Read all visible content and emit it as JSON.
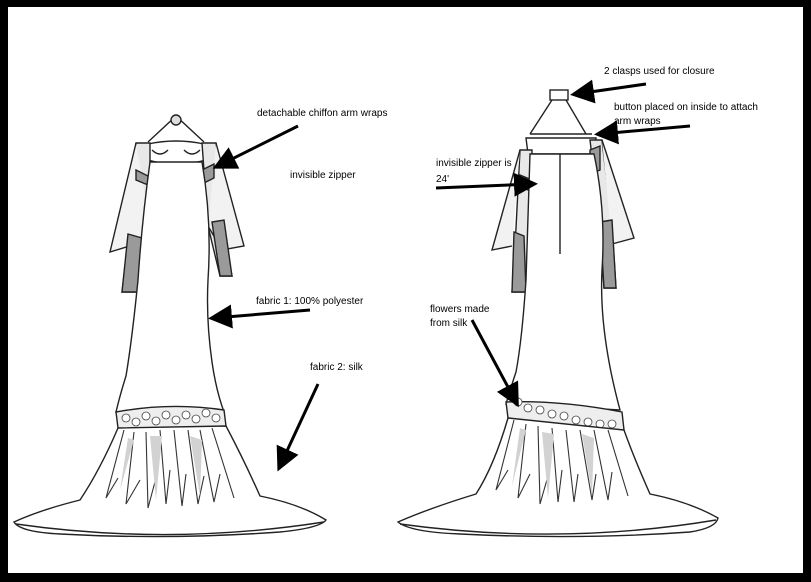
{
  "front_view": {
    "labels": {
      "arm_wraps": "detachable chiffon arm wraps",
      "zipper": "invisible zipper",
      "fabric1": "fabric 1: 100% polyester",
      "fabric2": "fabric 2: silk"
    }
  },
  "back_view": {
    "labels": {
      "clasps": "2 clasps used for closure",
      "button_line1": "button placed on inside to attach",
      "button_line2": "arm wraps",
      "zipper_line1": "invisible zipper is",
      "zipper_line2": "24'",
      "flowers_line1": "flowers made",
      "flowers_line2": "from silk"
    }
  },
  "colors": {
    "background": "#ffffff",
    "frame": "#000000",
    "line": "#222222",
    "shade": "#9a9a9a",
    "light_shade": "#d2d2d2"
  }
}
